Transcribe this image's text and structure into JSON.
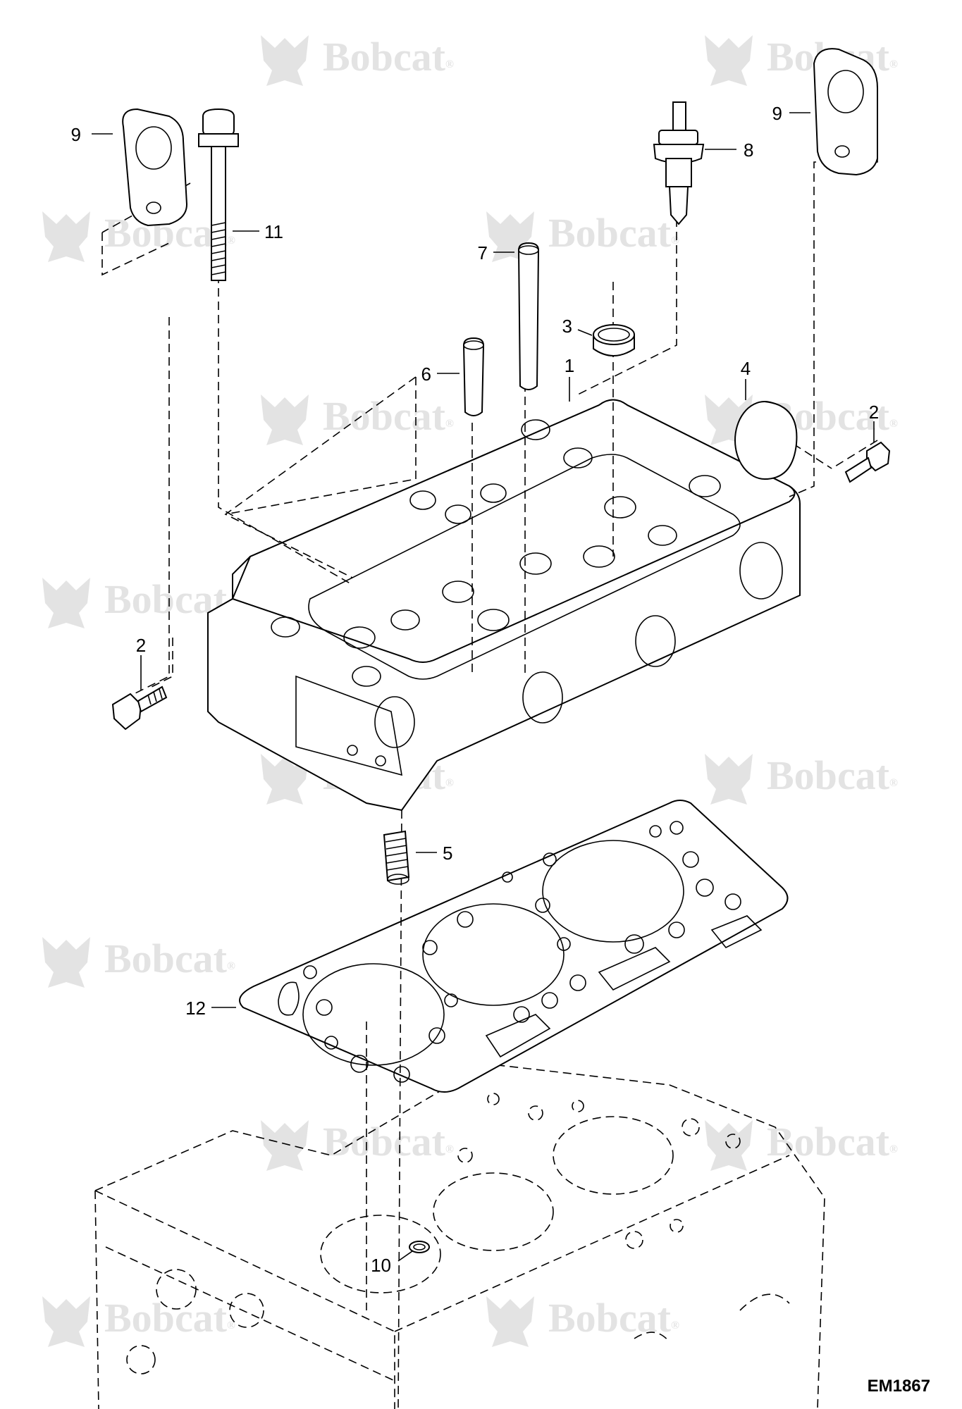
{
  "watermark": {
    "brand": "Bobcat",
    "registered": "®",
    "color": "#e3e3e3"
  },
  "drawing_id": "EM1867",
  "callouts": [
    {
      "id": "c-9-left",
      "label": "9"
    },
    {
      "id": "c-11",
      "label": "11"
    },
    {
      "id": "c-8",
      "label": "8"
    },
    {
      "id": "c-9-right",
      "label": "9"
    },
    {
      "id": "c-7",
      "label": "7"
    },
    {
      "id": "c-3",
      "label": "3"
    },
    {
      "id": "c-6",
      "label": "6"
    },
    {
      "id": "c-1",
      "label": "1"
    },
    {
      "id": "c-4",
      "label": "4"
    },
    {
      "id": "c-2-right",
      "label": "2"
    },
    {
      "id": "c-2-left",
      "label": "2"
    },
    {
      "id": "c-5",
      "label": "5"
    },
    {
      "id": "c-12",
      "label": "12"
    },
    {
      "id": "c-10",
      "label": "10"
    }
  ],
  "parts": [
    "lifting-hanger-icon",
    "head-bolt-icon",
    "temperature-sensor-icon",
    "valve-guide-icon",
    "seal-ring-icon",
    "cylinder-head-icon",
    "plug-cap-icon",
    "flange-bolt-icon",
    "stud-icon",
    "head-gasket-icon",
    "o-ring-icon",
    "engine-block-icon"
  ]
}
